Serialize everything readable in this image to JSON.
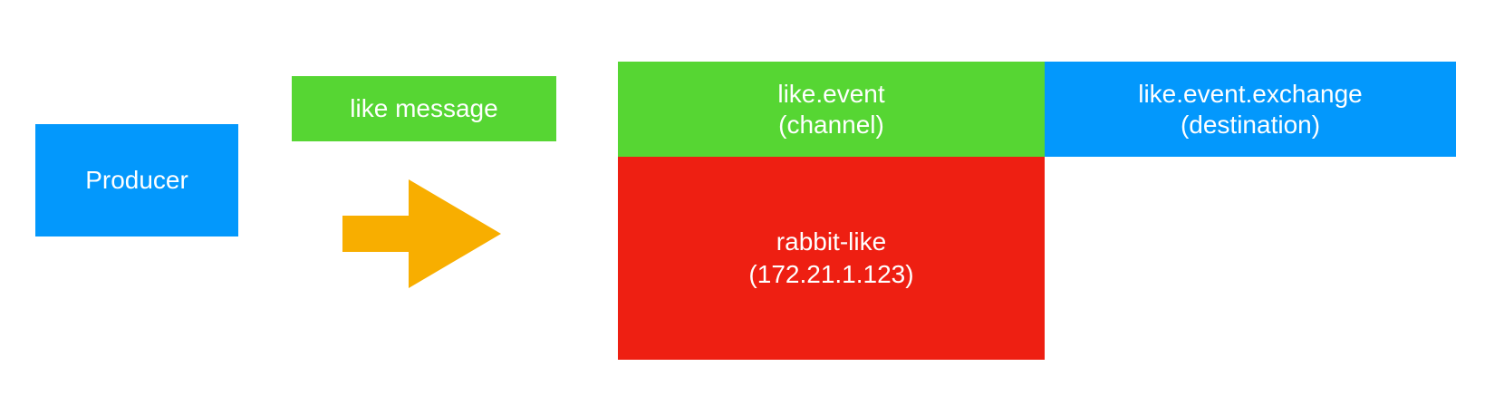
{
  "colors": {
    "blue": "#0398FC",
    "green": "#56D633",
    "red": "#EE1F12",
    "orange": "#F8AE00",
    "text": "#FFFFFF"
  },
  "producer": {
    "label": "Producer"
  },
  "message": {
    "label": "like message"
  },
  "channel": {
    "line1": "like.event",
    "line2": "(channel)"
  },
  "destination": {
    "line1": "like.event.exchange",
    "line2": "(destination)"
  },
  "server": {
    "line1": "rabbit-like",
    "line2": "(172.21.1.123)"
  },
  "arrow": {
    "icon": "arrow-right-icon"
  }
}
